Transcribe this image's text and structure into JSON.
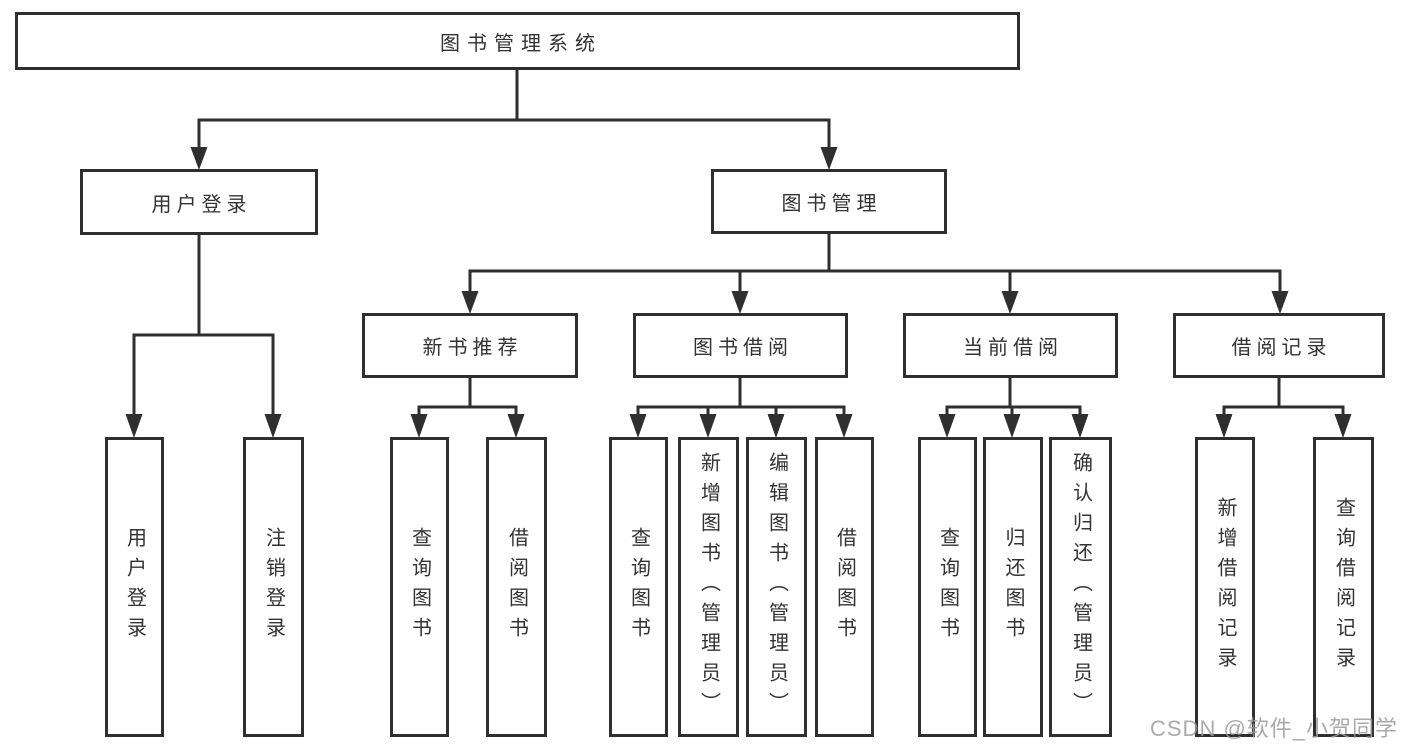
{
  "diagram_title": "图书管理系统",
  "tree": {
    "label": "图书管理系统",
    "children": [
      {
        "label": "用户登录",
        "children": [
          {
            "label": "用户登录"
          },
          {
            "label": "注销登录"
          }
        ]
      },
      {
        "label": "图书管理",
        "children": [
          {
            "label": "新书推荐",
            "children": [
              {
                "label": "查询图书"
              },
              {
                "label": "借阅图书"
              }
            ]
          },
          {
            "label": "图书借阅",
            "children": [
              {
                "label": "查询图书"
              },
              {
                "label": "新增图书（管理员）"
              },
              {
                "label": "编辑图书（管理员）"
              },
              {
                "label": "借阅图书"
              }
            ]
          },
          {
            "label": "当前借阅",
            "children": [
              {
                "label": "查询图书"
              },
              {
                "label": "归还图书"
              },
              {
                "label": "确认归还（管理员）"
              }
            ]
          },
          {
            "label": "借阅记录",
            "children": [
              {
                "label": "新增借阅记录"
              },
              {
                "label": "查询借阅记录"
              }
            ]
          }
        ]
      }
    ]
  },
  "watermark": {
    "text": "CSDN @软件_小贺同学"
  },
  "colors": {
    "line": "#2f2f2f",
    "text": "#333333",
    "background": "#ffffff",
    "watermark": "#9b9b9b"
  }
}
